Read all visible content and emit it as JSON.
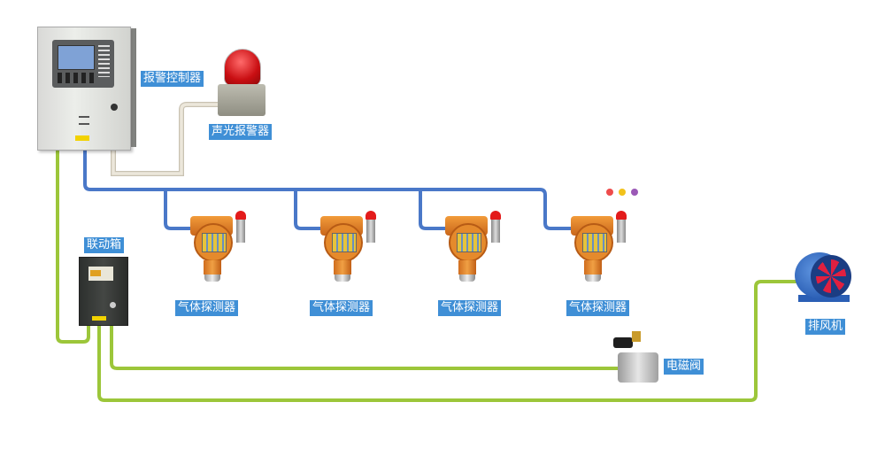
{
  "diagram": {
    "title": "Gas alarm system wiring diagram",
    "colors": {
      "label_bg": "#3f8fd6",
      "label_text": "#ffffff",
      "bus_wire": "#4a78c8",
      "output_wire": "#9cc63a",
      "strobe_wire": "#e3ddd0"
    },
    "nodes": {
      "controller": {
        "label": "报警控制器"
      },
      "strobe": {
        "label": "声光报警器"
      },
      "linkage_box": {
        "label": "联动箱"
      },
      "detectors": [
        {
          "label": "气体探测器"
        },
        {
          "label": "气体探测器"
        },
        {
          "label": "气体探测器"
        },
        {
          "label": "气体探测器"
        }
      ],
      "solenoid_valve": {
        "label": "电磁阀"
      },
      "exhaust_fan": {
        "label": "排风机"
      }
    },
    "decor_dots": [
      "#ee4b4b",
      "#f2c21b",
      "#9b59b6"
    ],
    "edges": [
      {
        "from": "controller",
        "to": "strobe",
        "type": "strobe_wire"
      },
      {
        "from": "controller",
        "to": "detectors",
        "type": "bus_wire"
      },
      {
        "from": "controller",
        "to": "linkage_box",
        "type": "output_wire"
      },
      {
        "from": "linkage_box",
        "to": "solenoid_valve",
        "type": "output_wire"
      },
      {
        "from": "linkage_box",
        "to": "exhaust_fan",
        "type": "output_wire"
      }
    ]
  }
}
